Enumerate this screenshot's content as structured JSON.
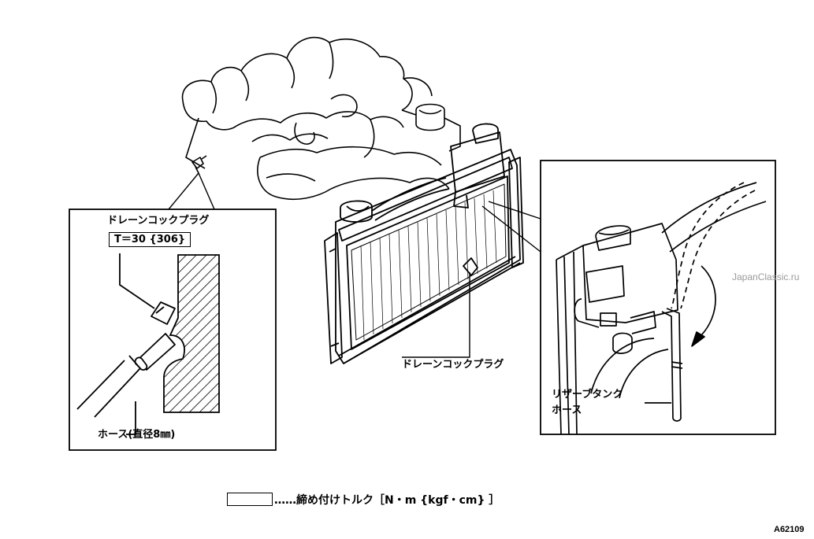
{
  "labels": {
    "inset_left_title": "ドレーンコックプラグ",
    "torque_spec": "T＝30 {306}",
    "hose_label": "ホース(直径8㎜)",
    "main_drain_label": "ドレーンコックプラグ",
    "reservoir_label_1": "リザーブタンク",
    "reservoir_label_2": "ホース"
  },
  "legend": {
    "text": "……締め付けトルク［N・m {kgf・cm} ］"
  },
  "watermark": "JapanClassic.ru",
  "figure_code": "A62109"
}
